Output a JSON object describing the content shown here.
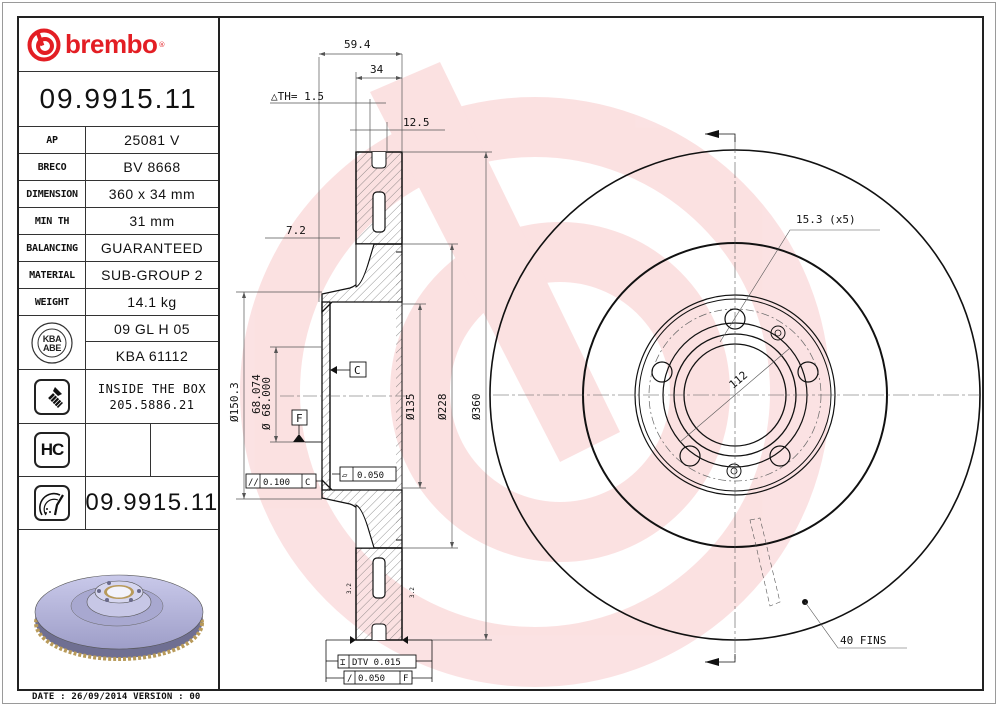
{
  "brand": {
    "name": "brembo",
    "registered_mark": "®",
    "color": "#e31e24"
  },
  "part_number": "09.9915.11",
  "specs": [
    {
      "label": "AP",
      "value": "25081 V"
    },
    {
      "label": "BRECO",
      "value": "BV 8668"
    },
    {
      "label": "DIMENSION",
      "value": "360 x 34 mm"
    },
    {
      "label": "MIN TH",
      "value": "31 mm"
    },
    {
      "label": "BALANCING",
      "value": "GUARANTEED"
    },
    {
      "label": "MATERIAL",
      "value": "SUB-GROUP 2"
    },
    {
      "label": "WEIGHT",
      "value": "14.1 kg"
    }
  ],
  "approval": {
    "icon": "kba-abe-seal-icon",
    "seal_text_1": "KBA",
    "seal_text_2": "ABE",
    "code_1": "09 GL H 05",
    "code_2": "KBA 61112"
  },
  "inside_box": {
    "icon": "bolt-screw-icon",
    "line1": "INSIDE THE BOX",
    "line2": "205.5886.21"
  },
  "hc": {
    "icon": "hc-badge-icon",
    "label": "HC"
  },
  "disc_icon_row": {
    "icon": "disc-caliper-icon",
    "part_number": "09.9915.11"
  },
  "product_image": {
    "icon": "brake-disc-3d-render",
    "colors": {
      "disc": "#b9b9dc",
      "vanes": "#b89a5a"
    }
  },
  "footer": {
    "date_label": "DATE : 26/09/2014 VERSION : 00"
  },
  "drawing": {
    "section_dims": {
      "overall_width": "59.4",
      "disc_thickness": "34",
      "delta_th": "△TH= 1.5",
      "friction_ring": "12.5",
      "hat_offset": "7.2",
      "dia_hat": "Ø150.3",
      "dia_bore_max": "68.074",
      "dia_bore_min": "Ø 68.000",
      "dia_135": "Ø135",
      "dia_228": "Ø228",
      "dia_360": "Ø360",
      "datum_c": "C",
      "datum_f": "F",
      "parallelism": {
        "symbol": "//",
        "value": "0.100",
        "datum": "C"
      },
      "flatness": {
        "symbol": "▱",
        "value": "0.050"
      },
      "dtv": {
        "symbol": "⌶",
        "value": "DTV 0.015"
      },
      "runout": {
        "symbol": "/",
        "value": "0.050",
        "datum": "F"
      },
      "roughness_left": "3.2",
      "roughness_right": "3.2"
    },
    "front_view": {
      "bolt_hole_callout": "15.3 (x5)",
      "pcd": "112",
      "fins_callout": "40 FINS"
    }
  }
}
